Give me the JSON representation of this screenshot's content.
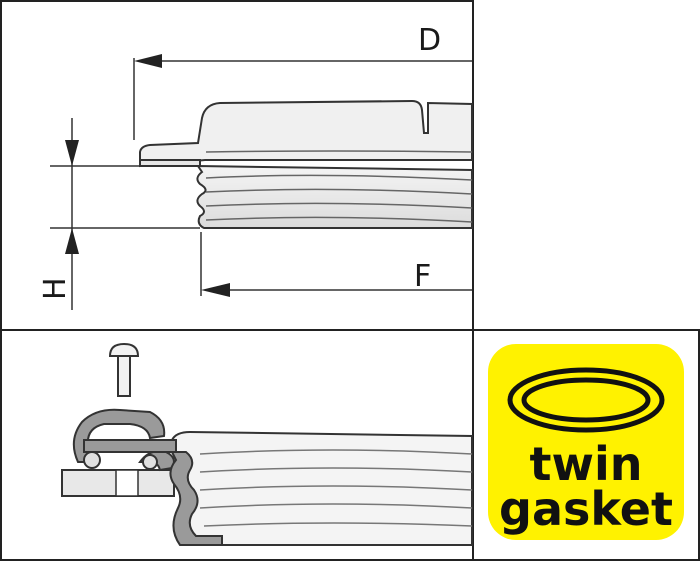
{
  "dimensions": {
    "d_label": "D",
    "f_label": "F",
    "h_label": "H"
  },
  "badge": {
    "line1": "twin",
    "line2": "gasket",
    "background_color": "#fff200",
    "text_color": "#111111",
    "icon": "twin-ring-icon"
  },
  "colors": {
    "line": "#333333",
    "part_fill": "#e8e8e8",
    "gasket_fill": "#9a9a9a"
  }
}
